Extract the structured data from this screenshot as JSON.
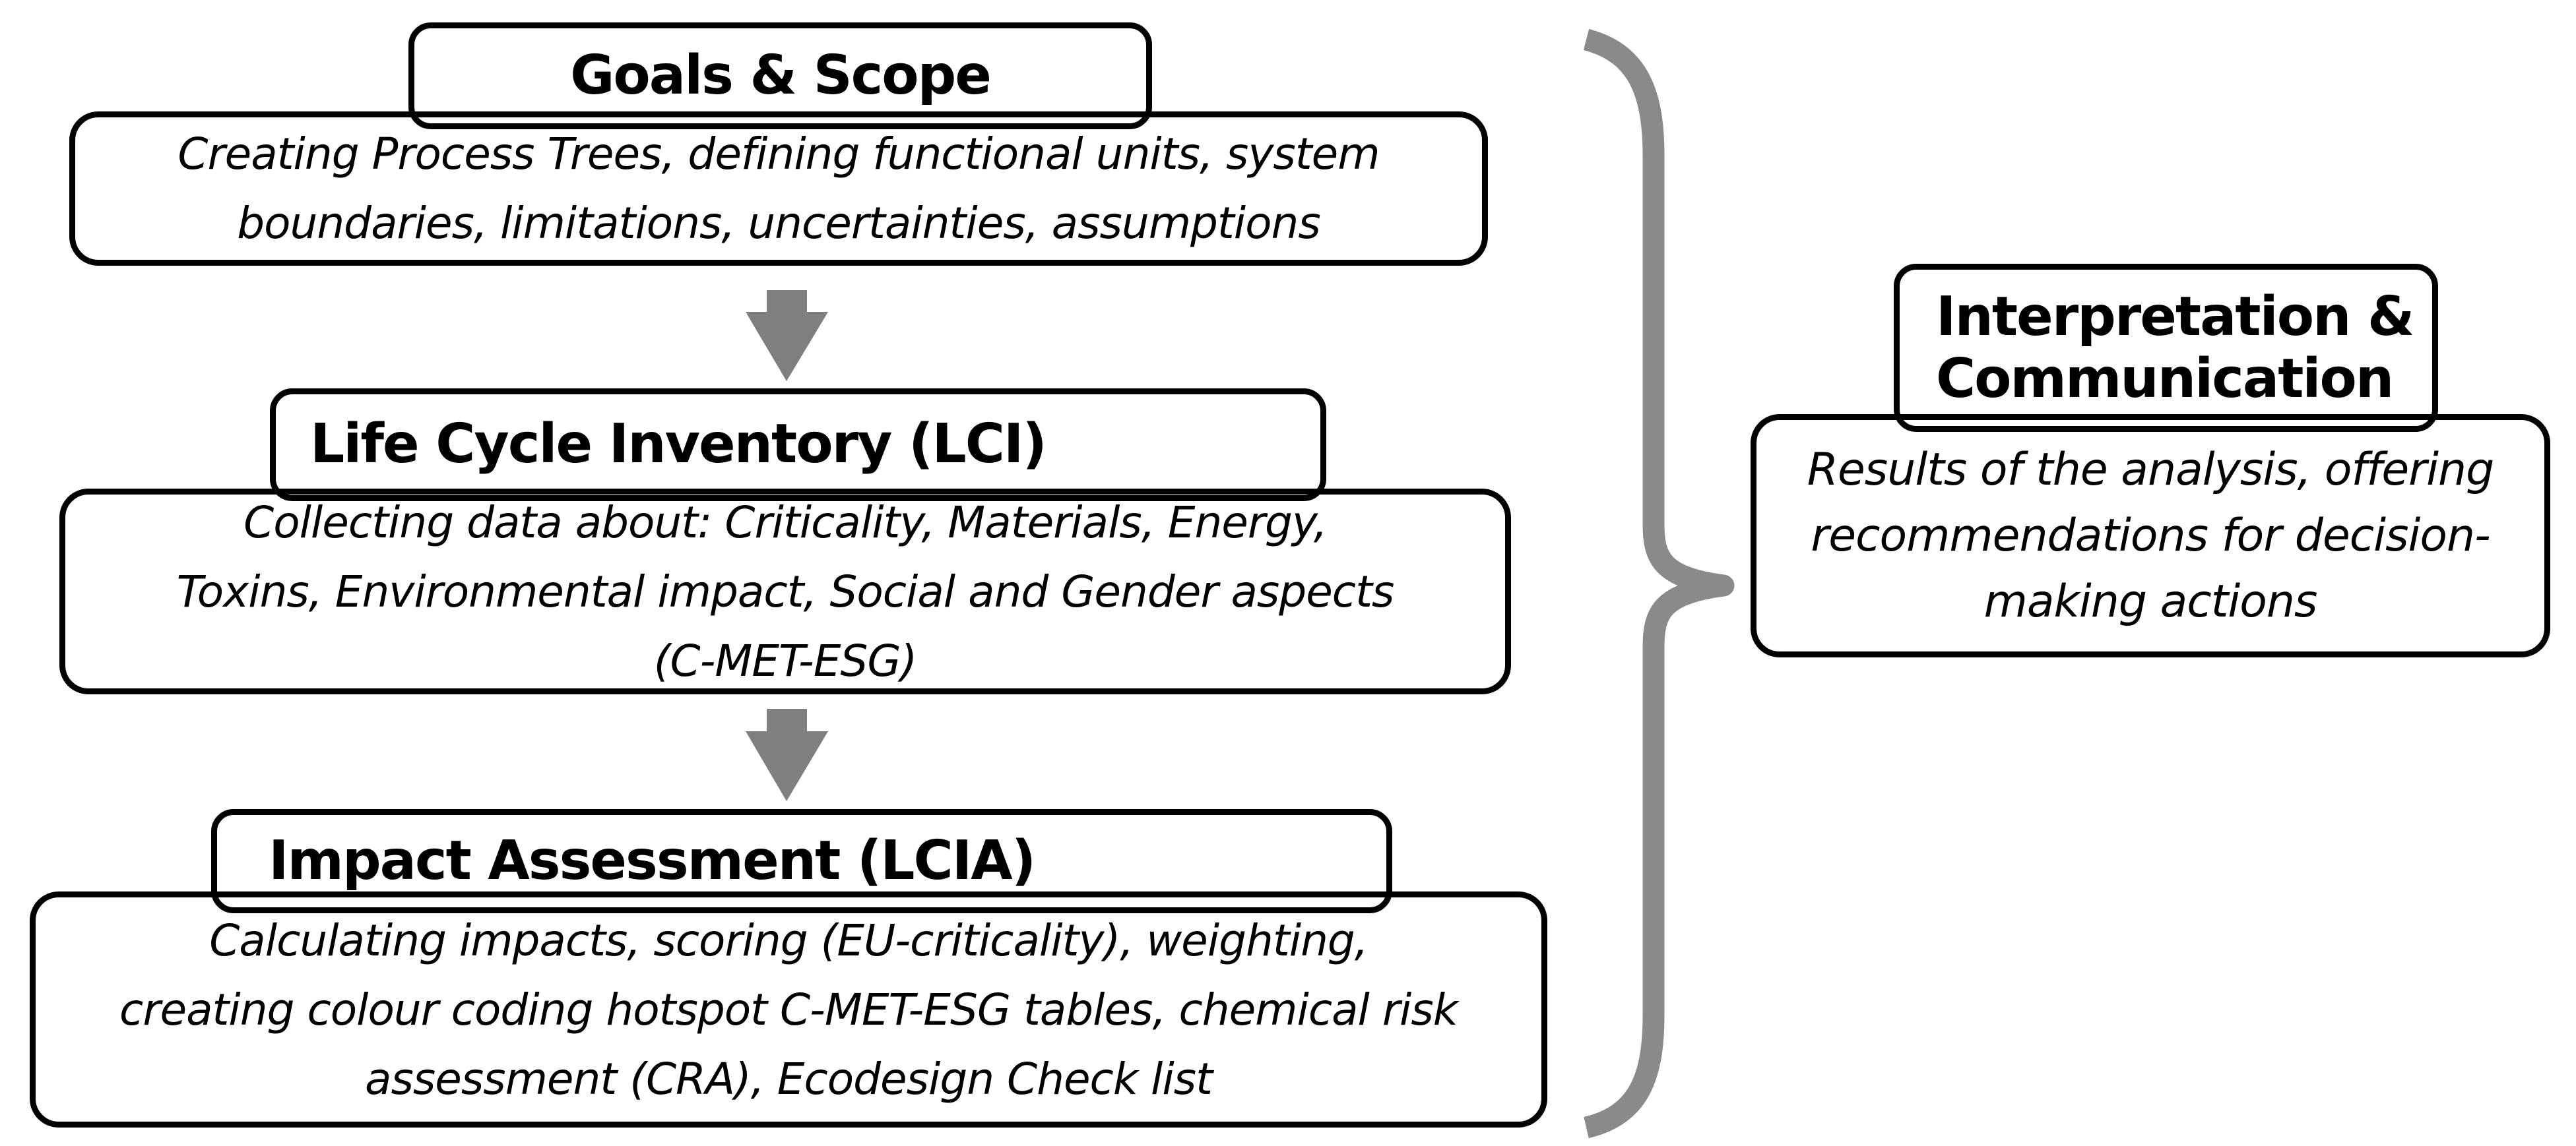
{
  "diagram": {
    "stages": [
      {
        "id": "goals-scope",
        "title": "Goals & Scope",
        "desc_lines": [
          "Creating Process Trees, defining functional units, system",
          "boundaries, limitations, uncertainties, assumptions"
        ]
      },
      {
        "id": "life-cycle-inventory",
        "title": "Life Cycle Inventory (LCI)",
        "desc_lines": [
          "Collecting data about: Criticality, Materials, Energy,",
          "Toxins, Environmental impact, Social and Gender aspects",
          "(C-MET-ESG)"
        ]
      },
      {
        "id": "impact-assessment",
        "title": "Impact Assessment (LCIA)",
        "desc_lines": [
          "Calculating impacts, scoring (EU-criticality), weighting,",
          "creating colour coding hotspot C-MET-ESG tables, chemical risk",
          "assessment (CRA), Ecodesign Check list"
        ]
      }
    ],
    "result": {
      "id": "interpretation-communication",
      "title_lines": [
        "Interpretation &",
        "Communication"
      ],
      "desc_lines": [
        "Results of the analysis, offering",
        "recommendations for decision-",
        "making actions"
      ]
    },
    "icons": {
      "down_arrow": "solid-gray-block-arrow-pointing-down",
      "curly_brace": "right-pointing-gray-curly-brace"
    },
    "colors": {
      "background": "#ffffff",
      "box_border": "#000000",
      "text": "#000000",
      "arrow": "#7f7f7f",
      "brace": "#8a8a8a"
    }
  }
}
